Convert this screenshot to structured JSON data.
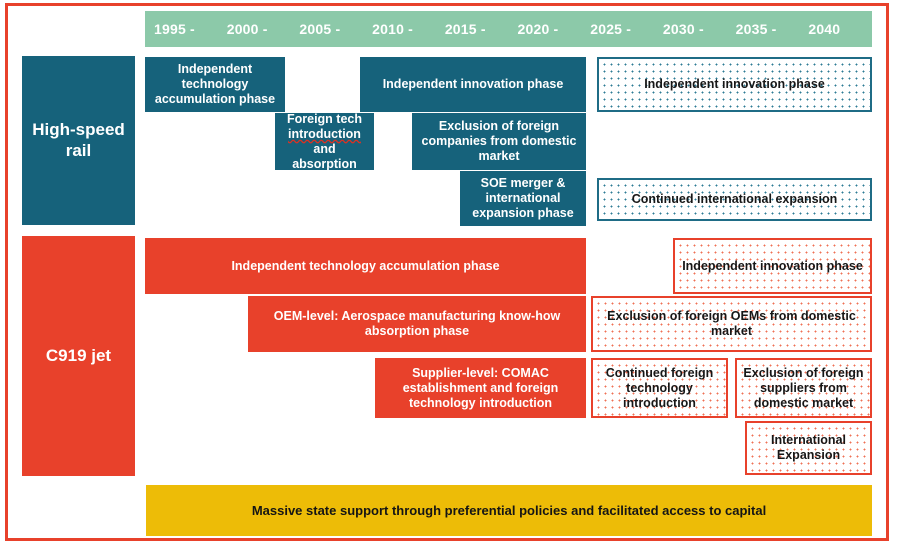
{
  "figure": {
    "title": "China technology catch-up timeline: High-speed rail vs C919 jet",
    "frame_color": "#E8412B"
  },
  "timeline": {
    "axis_color": "#8CC9A9",
    "ticks": [
      "1995 -",
      "2000 -",
      "2005 -",
      "2010 -",
      "2015 -",
      "2020 -",
      "2025 -",
      "2030 -",
      "2035 -",
      "2040"
    ]
  },
  "rows": [
    {
      "key": "high-speed-rail",
      "label": "High-speed rail",
      "color": "#16627B",
      "boxes": [
        {
          "id": "rail-1",
          "text": "Independent technology accumulation phase",
          "style": "solid-teal"
        },
        {
          "id": "rail-2",
          "text": "Foreign tech introduction and absorption",
          "style": "solid-teal"
        },
        {
          "id": "rail-3",
          "text": "Independent innovation phase",
          "style": "solid-teal"
        },
        {
          "id": "rail-4",
          "text": "Exclusion of foreign companies from domestic market",
          "style": "solid-teal"
        },
        {
          "id": "rail-5",
          "text": "SOE merger & international expansion phase",
          "style": "solid-teal"
        },
        {
          "id": "rail-6",
          "text": "Independent innovation phase",
          "style": "dotted-teal"
        },
        {
          "id": "rail-7",
          "text": "Continued international expansion",
          "style": "dotted-teal"
        }
      ]
    },
    {
      "key": "c919-jet",
      "label": "C919 jet",
      "color": "#E8412B",
      "boxes": [
        {
          "id": "jet-1",
          "text": "Independent technology accumulation phase",
          "style": "solid-red"
        },
        {
          "id": "jet-2",
          "text": "OEM-level: Aerospace manufacturing know-how absorption phase",
          "style": "solid-red"
        },
        {
          "id": "jet-3",
          "text": "Supplier-level: COMAC establishment and foreign technology introduction",
          "style": "solid-red"
        },
        {
          "id": "jet-4",
          "text": "Independent innovation phase",
          "style": "dotted-red"
        },
        {
          "id": "jet-5",
          "text": "Exclusion of foreign OEMs from domestic market",
          "style": "dotted-red"
        },
        {
          "id": "jet-6",
          "text": "Continued foreign technology introduction",
          "style": "dotted-red"
        },
        {
          "id": "jet-7",
          "text": "Exclusion of foreign suppliers from domestic market",
          "style": "dotted-red"
        },
        {
          "id": "jet-8",
          "text": "International Expansion",
          "style": "dotted-red"
        }
      ]
    }
  ],
  "support": {
    "text": "Massive state support through preferential policies and facilitated access to capital",
    "color": "#EDBC07"
  },
  "annotations": {
    "spellcheck_word": "introduction"
  }
}
